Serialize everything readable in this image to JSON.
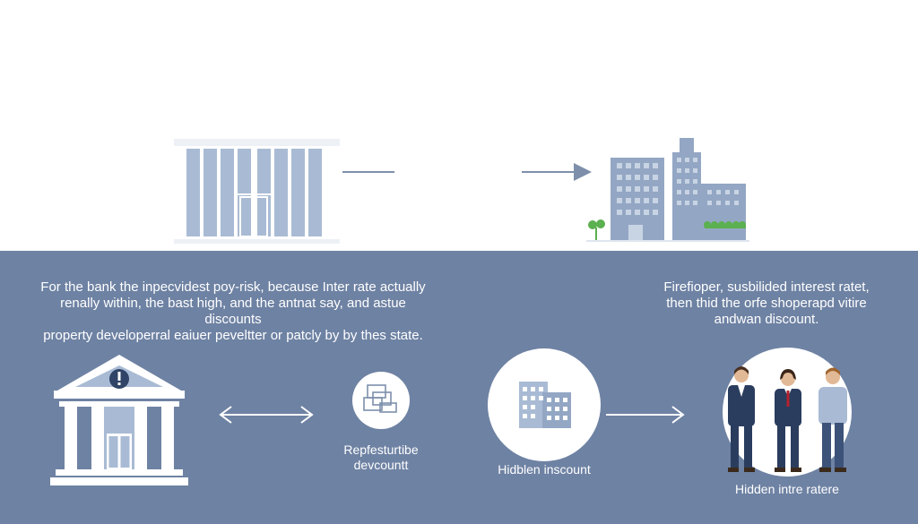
{
  "texts": {
    "left_paragraph": [
      "For the bank the inpecvidest poy-risk, because Inter rate actually",
      "renally within, the bast high, and the antnat say, and astue discounts",
      "property developerral eaiuer peveltter or patcly by by thes state."
    ],
    "right_paragraph": [
      "Firefioper, susbilided interest ratet,",
      "then thid the orfe shoperapd vitire",
      "andwan discount."
    ]
  },
  "captions": {
    "document": [
      "Repfesturtibe",
      "devcountt"
    ],
    "buildings_circle": "Hidblen inscount",
    "people_circle": "Hidden intre ratere"
  },
  "colors": {
    "panel": "#6e82a3",
    "top_bg": "#ffffff",
    "icon_light": "#a9bbd4",
    "icon_mid": "#8197b8",
    "suit": "#2b3d5e",
    "tie": "#b5202e"
  },
  "icons": {
    "top_left": "office-building-icon",
    "top_right": "city-skyscrapers-icon",
    "bank": "bank-warning-icon",
    "document": "stacked-documents-icon",
    "buildings": "office-buildings-icon",
    "people": "business-people-icon"
  }
}
